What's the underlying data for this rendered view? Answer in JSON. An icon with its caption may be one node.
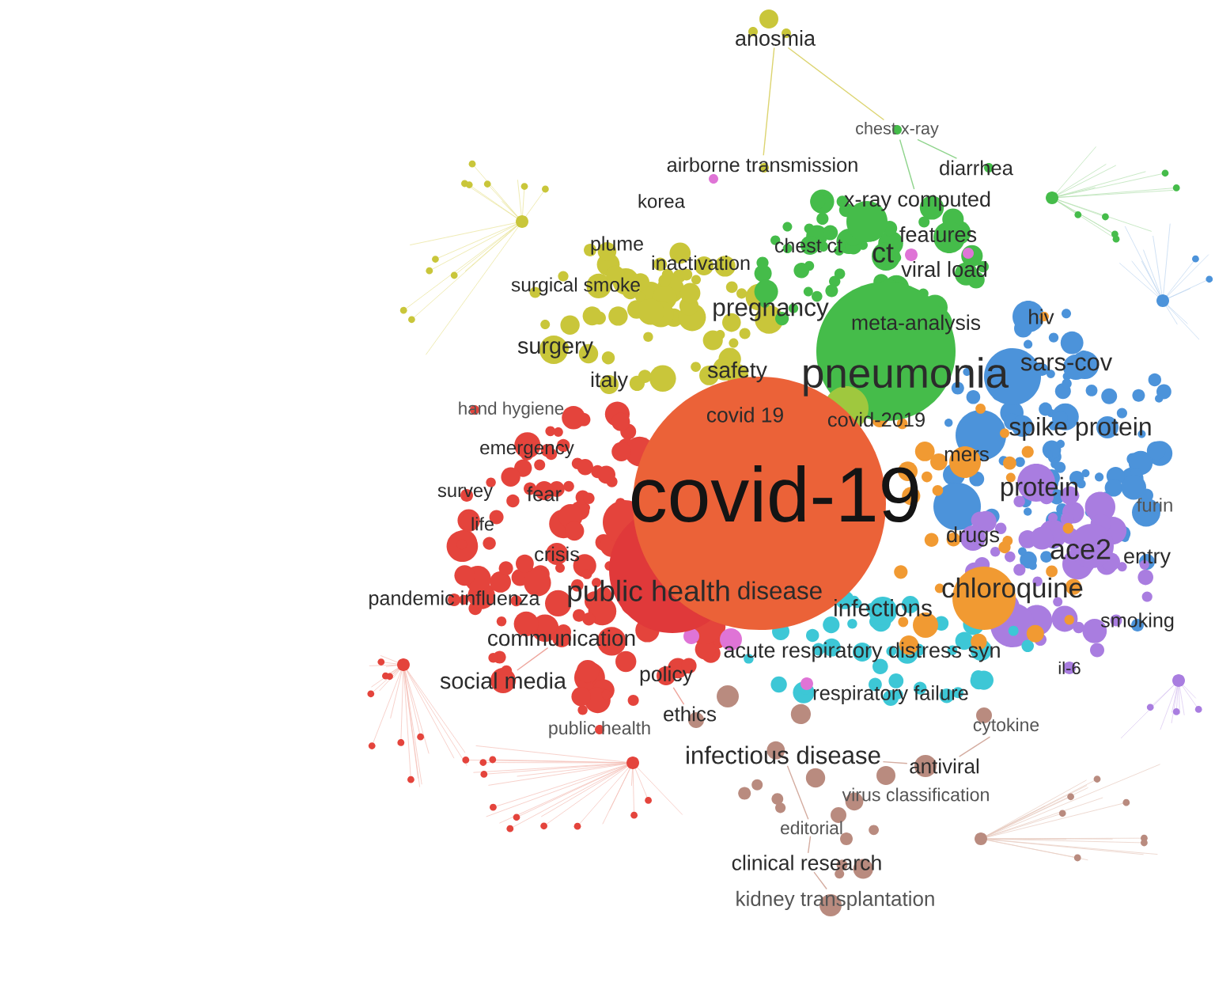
{
  "diagram": {
    "nodes": [
      {
        "text": [
          "anosmia"
        ]
      },
      {
        "text": [
          "chest x-ray"
        ]
      },
      {
        "text": [
          "airborne transmission"
        ]
      },
      {
        "text": [
          "diarrhea"
        ]
      },
      {
        "text": [
          "korea"
        ]
      },
      {
        "text": [
          "x-ray computed"
        ]
      },
      {
        "text": [
          "features"
        ]
      },
      {
        "text": [
          "plume"
        ]
      },
      {
        "text": [
          "chest ct"
        ]
      },
      {
        "text": [
          "ct"
        ]
      },
      {
        "text": [
          "inactivation"
        ]
      },
      {
        "text": [
          "viral load"
        ]
      },
      {
        "text": [
          "surgical smoke"
        ]
      },
      {
        "text": [
          "pregnancy"
        ]
      },
      {
        "text": [
          "hiv"
        ]
      },
      {
        "text": [
          "meta-analysis"
        ]
      },
      {
        "text": [
          "surgery"
        ]
      },
      {
        "text": [
          "sars-cov"
        ]
      },
      {
        "text": [
          "safety"
        ]
      },
      {
        "text": [
          "pneumonia"
        ]
      },
      {
        "text": [
          "italy"
        ]
      },
      {
        "text": [
          "hand hygiene"
        ]
      },
      {
        "text": [
          "covid 19"
        ]
      },
      {
        "text": [
          "covid-2019"
        ]
      },
      {
        "text": [
          "spike protein"
        ]
      },
      {
        "text": [
          "emergency"
        ]
      },
      {
        "text": [
          "mers"
        ]
      },
      {
        "text": [
          "protein"
        ]
      },
      {
        "text": [
          "survey"
        ]
      },
      {
        "text": [
          "fear"
        ]
      },
      {
        "text": [
          "covid-19"
        ]
      },
      {
        "text": [
          "furin"
        ]
      },
      {
        "text": [
          "life"
        ]
      },
      {
        "text": [
          "drugs"
        ]
      },
      {
        "text": [
          "ace2"
        ]
      },
      {
        "text": [
          "entry"
        ]
      },
      {
        "text": [
          "crisis"
        ]
      },
      {
        "text": [
          "chloroquine"
        ]
      },
      {
        "text": [
          "public health"
        ]
      },
      {
        "text": [
          "disease"
        ]
      },
      {
        "text": [
          "pandemic influenza"
        ]
      },
      {
        "text": [
          "infections"
        ]
      },
      {
        "text": [
          "smoking"
        ]
      },
      {
        "text": [
          "communication"
        ]
      },
      {
        "text": [
          "acute respiratory distress syn"
        ]
      },
      {
        "text": [
          "il-6"
        ]
      },
      {
        "text": [
          "policy"
        ]
      },
      {
        "text": [
          "social media"
        ]
      },
      {
        "text": [
          "respiratory failure"
        ]
      },
      {
        "text": [
          "ethics"
        ]
      },
      {
        "text": [
          "cytokine"
        ]
      },
      {
        "text": [
          "public health"
        ]
      },
      {
        "text": [
          "infectious disease"
        ]
      },
      {
        "text": [
          "antiviral"
        ]
      },
      {
        "text": [
          "virus classification"
        ]
      },
      {
        "text": [
          "editorial"
        ]
      },
      {
        "text": [
          "clinical research"
        ]
      },
      {
        "text": [
          "kidney transplantation"
        ]
      }
    ],
    "edges": [
      {
        "from": 0,
        "to": 2,
        "arrow": "none",
        "color": "#dcd470"
      },
      {
        "from": 1,
        "to": 5,
        "arrow": "none",
        "color": "#8fd48c"
      },
      {
        "from": 1,
        "to": 3,
        "arrow": "none",
        "color": "#8fd48c"
      },
      {
        "from": 56,
        "to": 55,
        "arrow": "none"
      },
      {
        "from": 56,
        "to": 57,
        "arrow": "none"
      },
      {
        "from": 55,
        "to": 52,
        "arrow": "none"
      },
      {
        "from": 53,
        "to": 50,
        "arrow": "none"
      },
      {
        "from": 52,
        "to": 53,
        "arrow": "none"
      },
      {
        "from": 46,
        "to": 49,
        "arrow": "none",
        "color": "#eea59c"
      },
      {
        "from": 47,
        "to": 43,
        "arrow": "none",
        "color": "#eea59c"
      },
      {
        "from": 0,
        "to": 1,
        "arrow": "none",
        "color": "#dcd470"
      }
    ]
  }
}
